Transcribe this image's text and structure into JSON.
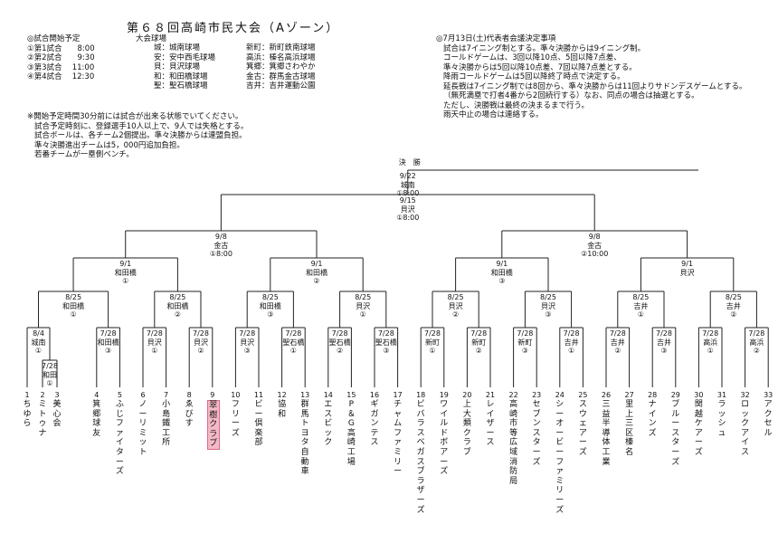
{
  "title": "第６８回高崎市民大会（Aゾーン）",
  "schedule": {
    "header": "◎試合開始予定",
    "rows": [
      "①第1試合　　8:00",
      "②第2試合　　9:30",
      "③第3試合　 11:00",
      "④第4試合　 12:30"
    ]
  },
  "venues": {
    "header": "大会球場",
    "col1": [
      "城：城南球場",
      "安：安中西毛球場",
      "貝：貝沢球場",
      "和：和田橋球場",
      "聖：聖石橋球場"
    ],
    "col2": [
      "新町：新町鉄南球場",
      "高浜：榛名高浜球場",
      "箕郷：箕郷さわやか",
      "金古：群馬金古球場",
      "吉井：吉井運動公園"
    ]
  },
  "notes_right": [
    "◎7月13日(土)代表者会議決定事項",
    "試合は7イニング制とする。準々決勝からは9イニング制。",
    "コールドゲームは、3回以降10点、5回以降7点差、",
    "準々決勝からは5回以降10点差、7回以降7点差とする。",
    "降雨コールドゲームは5回以降終了時点で決定する。",
    "延長戦は7イニング制では8回から、準々決勝からは11回よりサドンデスゲームとする。",
    "（無死満塁で打者4番から2回続行する）なお、同点の場合は抽選とする。",
    "ただし、決勝戦は最終の決まるまで行う。",
    "雨天中止の場合は連絡する。"
  ],
  "notes_left": [
    "※開始予定時間30分前には試合が出来る状態でいてください。",
    "試合予定時刻に、登録選手10人以上で、9人では失格とする。",
    "試合ボールは、各チーム2個提出。準々決勝からは連盟負担。",
    "準々決勝進出チームは5，000円追加負担。",
    "若番チームが一塁側ベンチ。"
  ],
  "teams": [
    {
      "n": "1",
      "name": "ちゆら"
    },
    {
      "n": "2",
      "name": "ミトゥナ"
    },
    {
      "n": "3",
      "name": "美心会"
    },
    {
      "n": "4",
      "name": "箕郷球友"
    },
    {
      "n": "5",
      "name": "ふじファイターズ"
    },
    {
      "n": "6",
      "name": "ノーリミット"
    },
    {
      "n": "7",
      "name": "小島鐵工所"
    },
    {
      "n": "8",
      "name": "ゑびす"
    },
    {
      "n": "9",
      "name": "翠樹クラブ"
    },
    {
      "n": "10",
      "name": "フリーズ"
    },
    {
      "n": "11",
      "name": "ビー倶楽部"
    },
    {
      "n": "12",
      "name": "協和"
    },
    {
      "n": "13",
      "name": "群馬トヨタ自動車"
    },
    {
      "n": "14",
      "name": "エスビック"
    },
    {
      "n": "15",
      "name": "P＆G高崎工場"
    },
    {
      "n": "16",
      "name": "ギガンテス"
    },
    {
      "n": "17",
      "name": "チャムファミリー"
    },
    {
      "n": "18",
      "name": "ビバラスベガスブラザーズ"
    },
    {
      "n": "19",
      "name": "ワイルドボアーズ"
    },
    {
      "n": "20",
      "name": "上大類クラブ"
    },
    {
      "n": "21",
      "name": "レイザース"
    },
    {
      "n": "22",
      "name": "高崎市等広域消防局"
    },
    {
      "n": "23",
      "name": "セブンスターズ"
    },
    {
      "n": "24",
      "name": "シーオービーファミリーズ"
    },
    {
      "n": "25",
      "name": "スウェアーズ"
    },
    {
      "n": "26",
      "name": "三益半導体工業"
    },
    {
      "n": "27",
      "name": "里上三区榛名"
    },
    {
      "n": "28",
      "name": "ナインズ"
    },
    {
      "n": "29",
      "name": "ブルースターズ"
    },
    {
      "n": "30",
      "name": "関越ケアーズ"
    },
    {
      "n": "31",
      "name": "ラッシュ"
    },
    {
      "n": "32",
      "name": "ロックアイス"
    },
    {
      "n": "33",
      "name": "アクセル"
    }
  ],
  "highlight_team": "9",
  "matches": {
    "r0": {
      "date": "7/28",
      "venue": "和田",
      "slot": "①"
    },
    "r1a": {
      "date": "8/4",
      "venue": "城南",
      "slot": "①"
    },
    "r1b": {
      "date": "7/28",
      "venue": "和田橋",
      "slot": "③"
    },
    "r1c": {
      "date": "7/28",
      "venue": "貝沢",
      "slot": "①"
    },
    "r1d": {
      "date": "7/28",
      "venue": "貝沢",
      "slot": "②"
    },
    "r1e": {
      "date": "7/28",
      "venue": "貝沢",
      "slot": "③"
    },
    "r1f": {
      "date": "7/28",
      "venue": "聖石橋",
      "slot": "①"
    },
    "r1g": {
      "date": "7/28",
      "venue": "聖石橋",
      "slot": "②"
    },
    "r1h": {
      "date": "7/28",
      "venue": "聖石橋",
      "slot": "③"
    },
    "r1i": {
      "date": "7/28",
      "venue": "新町",
      "slot": "①"
    },
    "r1j": {
      "date": "7/28",
      "venue": "新町",
      "slot": "②"
    },
    "r1k": {
      "date": "7/28",
      "venue": "新町",
      "slot": "③"
    },
    "r1l": {
      "date": "7/28",
      "venue": "吉井",
      "slot": "①"
    },
    "r1m": {
      "date": "7/28",
      "venue": "吉井",
      "slot": "②"
    },
    "r1n": {
      "date": "7/28",
      "venue": "吉井",
      "slot": "③"
    },
    "r1o": {
      "date": "7/28",
      "venue": "高浜",
      "slot": "①"
    },
    "r1p": {
      "date": "7/28",
      "venue": "高浜",
      "slot": "②"
    },
    "r2a": {
      "date": "8/25",
      "venue": "和田橋",
      "slot": "①"
    },
    "r2b": {
      "date": "8/25",
      "venue": "和田橋",
      "slot": "②"
    },
    "r2c": {
      "date": "8/25",
      "venue": "和田橋",
      "slot": "③"
    },
    "r2d": {
      "date": "8/25",
      "venue": "貝沢",
      "slot": "①"
    },
    "r2e": {
      "date": "8/25",
      "venue": "貝沢",
      "slot": "②"
    },
    "r2f": {
      "date": "8/25",
      "venue": "貝沢",
      "slot": "③"
    },
    "r2g": {
      "date": "8/25",
      "venue": "吉井",
      "slot": "①"
    },
    "r2h": {
      "date": "8/25",
      "venue": "吉井",
      "slot": "②"
    },
    "r3a": {
      "date": "9/1",
      "venue": "和田橋",
      "slot": "①"
    },
    "r3b": {
      "date": "9/1",
      "venue": "和田橋",
      "slot": "②"
    },
    "r3c": {
      "date": "9/1",
      "venue": "和田橋",
      "slot": "③"
    },
    "r3d": {
      "date": "9/1",
      "venue": "貝沢",
      "slot": ""
    },
    "r4a": {
      "date": "9/8",
      "venue": "金古",
      "slot": "①8:00"
    },
    "r4b": {
      "date": "9/8",
      "venue": "金古",
      "slot": "②10:00"
    },
    "r5": {
      "date": "9/15",
      "venue": "貝沢",
      "slot": "①8:00"
    },
    "r6": {
      "date": "9/22",
      "venue": "城南",
      "slot": "①8:00"
    }
  },
  "final_label": "決　勝"
}
